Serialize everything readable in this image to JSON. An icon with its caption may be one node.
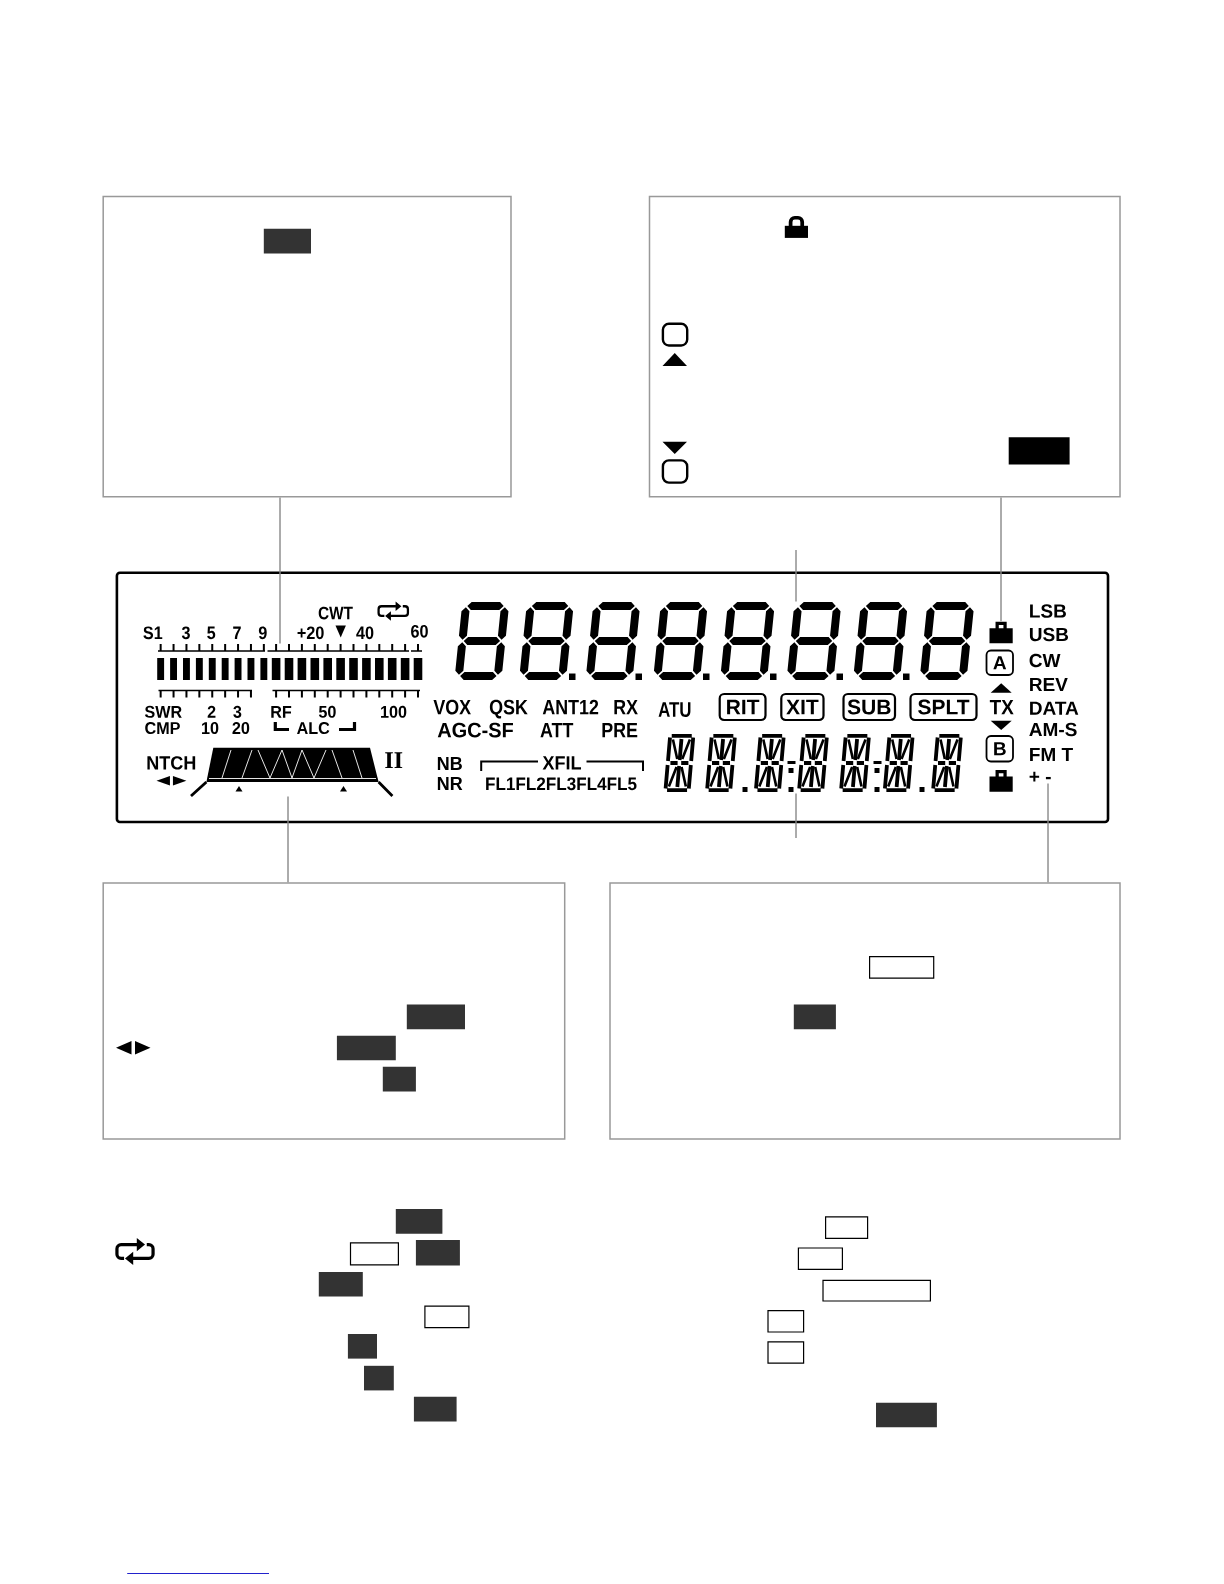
{
  "diagram": {
    "nodes": [
      {
        "text": [],
        "shape": "box"
      },
      {
        "text": [],
        "shape": "box"
      },
      {
        "text": [
          "CWT",
          "S1",
          "3",
          "5",
          "7",
          "9",
          "+20",
          "40",
          "60",
          "LSB",
          "USB",
          "CW",
          "REV",
          "SWR",
          "2",
          "3",
          "RF",
          "50",
          "100",
          "VOX",
          "QSK",
          "ANT12",
          "RX",
          "ATU",
          "TX",
          "DATA",
          "CMP",
          "10",
          "20",
          "ALC",
          "AGC-SF",
          "ATT",
          "PRE",
          "AM-S",
          "NTCH",
          "II",
          "NB",
          "XFIL",
          "FM T",
          "NR",
          "FL1FL2FL3FL4FL5"
        ]
      },
      {
        "text": [],
        "shape": "bar",
        "in": 2
      },
      {
        "text": [],
        "shape": "picture",
        "in": 2
      },
      {
        "text": [],
        "shape": "picture",
        "in": 2
      },
      {
        "text": [
          "A"
        ],
        "in": 2
      },
      {
        "text": [
          "RIT"
        ],
        "in": 2
      },
      {
        "text": [
          "XIT"
        ],
        "in": 2
      },
      {
        "text": [
          "SUB"
        ],
        "in": 2
      },
      {
        "text": [
          "SPLT"
        ],
        "in": 2
      },
      {
        "text": [
          "B"
        ],
        "in": 2
      },
      {
        "text": [],
        "shape": "picture",
        "in": 2
      },
      {
        "text": [],
        "shape": "picture",
        "in": 2
      },
      {
        "text": [
          "+ -"
        ],
        "in": 2
      },
      {
        "text": [],
        "shape": "box"
      },
      {
        "text": [],
        "shape": "box"
      },
      {
        "text": [],
        "shape": "box",
        "in": 16
      },
      {
        "text": [],
        "shape": "box"
      },
      {
        "text": [],
        "shape": "box"
      },
      {
        "text": [],
        "shape": "box"
      },
      {
        "text": [],
        "shape": "box"
      },
      {
        "text": [],
        "shape": "box"
      },
      {
        "text": [],
        "shape": "box"
      },
      {
        "text": [],
        "shape": "box"
      }
    ],
    "edges": [
      {
        "from": 0,
        "to": 3,
        "arrow": "none"
      },
      {
        "from": 1,
        "to": 5,
        "arrow": "none"
      },
      {
        "from": null,
        "to": 4,
        "arrow": "none"
      },
      {
        "from": 15,
        "to": 12,
        "arrow": "none"
      },
      {
        "from": null,
        "to": 13,
        "arrow": "none"
      },
      {
        "from": 16,
        "to": 14,
        "arrow": "none"
      }
    ]
  }
}
